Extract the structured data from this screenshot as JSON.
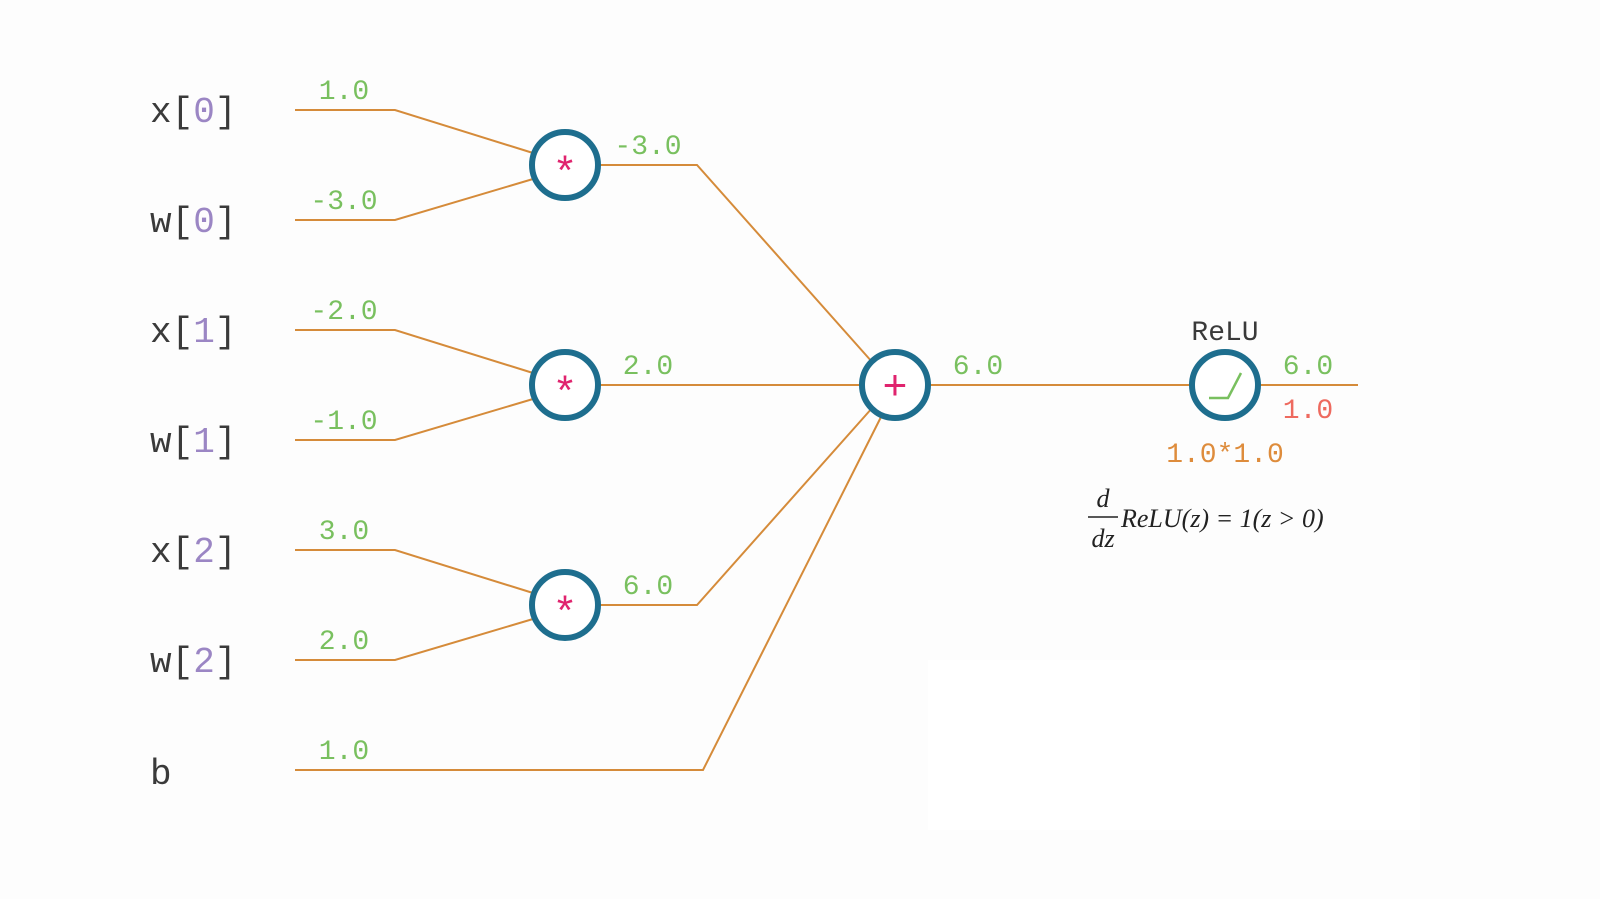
{
  "colors": {
    "wire": "#d58b3a",
    "node_ring": "#1e6e8e",
    "operator": "#e0246e",
    "forward_value": "#79c05f",
    "gradient_value": "#ee6a5f",
    "chain_value": "#de8c3c",
    "index": "#9b86c4",
    "label": "#3a3a3a"
  },
  "inputs": [
    {
      "name": "x",
      "open": "[",
      "index": "0",
      "close": "]",
      "value": "1.0"
    },
    {
      "name": "w",
      "open": "[",
      "index": "0",
      "close": "]",
      "value": "-3.0"
    },
    {
      "name": "x",
      "open": "[",
      "index": "1",
      "close": "]",
      "value": "-2.0"
    },
    {
      "name": "w",
      "open": "[",
      "index": "1",
      "close": "]",
      "value": "-1.0"
    },
    {
      "name": "x",
      "open": "[",
      "index": "2",
      "close": "]",
      "value": "3.0"
    },
    {
      "name": "w",
      "open": "[",
      "index": "2",
      "close": "]",
      "value": "2.0"
    }
  ],
  "bias": {
    "name": "b",
    "value": "1.0"
  },
  "multiply_nodes": [
    {
      "symbol": "*",
      "output": "-3.0",
      "icon": "multiply-icon"
    },
    {
      "symbol": "*",
      "output": "2.0",
      "icon": "multiply-icon"
    },
    {
      "symbol": "*",
      "output": "6.0",
      "icon": "multiply-icon"
    }
  ],
  "sum_node": {
    "symbol": "+",
    "output": "6.0",
    "icon": "plus-icon"
  },
  "relu_node": {
    "label": "ReLU",
    "icon": "relu-curve-icon",
    "output": "6.0",
    "gradient": "1.0",
    "chain": "1.0*1.0"
  },
  "formula": {
    "numerator": "d",
    "denominator": "dz",
    "body": "ReLU(z) = 1(z > 0)"
  }
}
